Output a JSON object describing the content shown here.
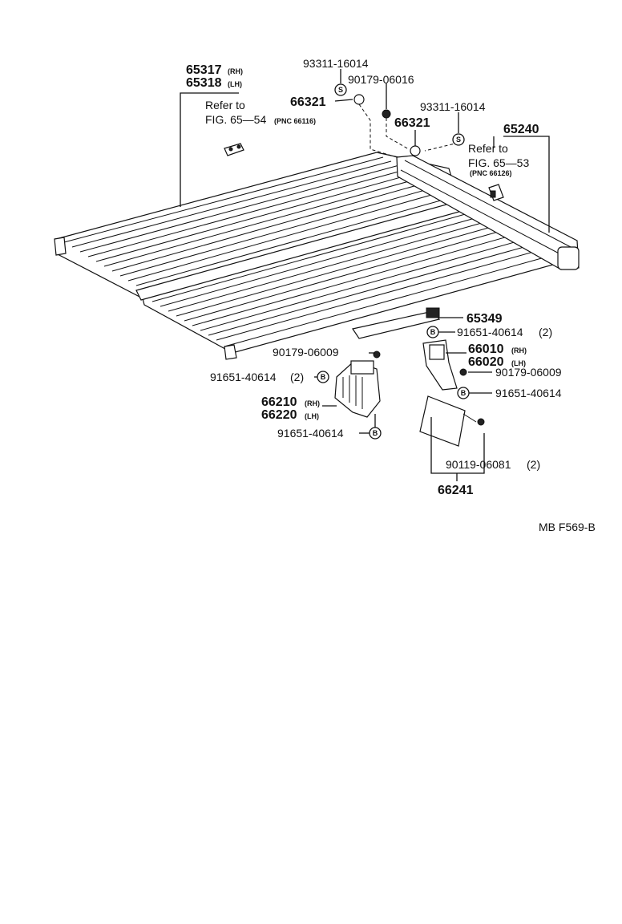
{
  "labels": {
    "p65317": "65317",
    "p65317_side": "(RH)",
    "p65318": "65318",
    "p65318_side": "(LH)",
    "refer_left_1": "Refer to",
    "refer_left_2": "FIG. 65—54",
    "refer_left_pnc": "(PNC 66116)",
    "p93311_top": "93311-16014",
    "p90179_06016": "90179-06016",
    "p66321_a": "66321",
    "p93311_right": "93311-16014",
    "p66321_b": "66321",
    "p65240": "65240",
    "refer_right_1": "Refer to",
    "refer_right_2": "FIG. 65—53",
    "refer_right_pnc": "(PNC 66126)",
    "p65349": "65349",
    "p91651_a": "91651-40614",
    "p91651_a_qty": "(2)",
    "p66010": "66010",
    "p66010_side": "(RH)",
    "p66020": "66020",
    "p66020_side": "(LH)",
    "p90179_b": "90179-06009",
    "p91651_b": "91651-40614",
    "p90179_left": "90179-06009",
    "p91651_left": "91651-40614",
    "p91651_left_qty": "(2)",
    "p66210": "66210",
    "p66210_side": "(RH)",
    "p66220": "66220",
    "p66220_side": "(LH)",
    "p91651_bottom": "91651-40614",
    "p90119": "90119-06081",
    "p90119_qty": "(2)",
    "p66241": "66241",
    "fig_code": "MB F569-B"
  },
  "symbols": {
    "s": "S",
    "b": "B"
  }
}
